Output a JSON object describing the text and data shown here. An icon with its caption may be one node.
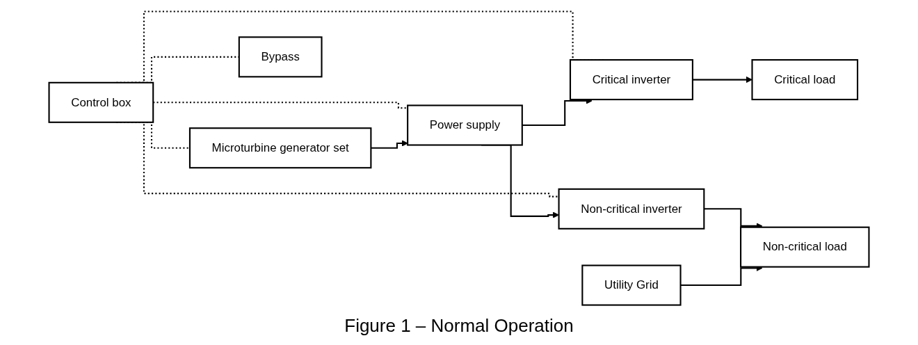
{
  "diagram": {
    "caption": "Figure 1 – Normal Operation",
    "nodes": [
      {
        "text": [
          "Control box"
        ]
      },
      {
        "text": [
          "Microturbine generator set"
        ]
      },
      {
        "text": [
          "Power supply"
        ]
      },
      {
        "text": [
          "Critical inverter"
        ]
      },
      {
        "text": [
          "Critical load"
        ]
      },
      {
        "text": [
          "Bypass"
        ]
      },
      {
        "text": [
          "Non-critical inverter"
        ]
      },
      {
        "text": [
          "Non-critical load"
        ]
      },
      {
        "text": [
          "Utility Grid"
        ]
      }
    ],
    "edges": [
      {
        "from": 0,
        "to": 1,
        "arrow": "none",
        "style": "dashed"
      },
      {
        "from": 0,
        "to": 2,
        "arrow": "none",
        "style": "dashed"
      },
      {
        "from": 0,
        "to": 3,
        "arrow": "none",
        "style": "dashed"
      },
      {
        "from": 0,
        "to": 6,
        "arrow": "none",
        "style": "dashed"
      },
      {
        "from": 0,
        "to": 5,
        "arrow": "none",
        "style": "dashed"
      },
      {
        "from": 1,
        "to": 2,
        "arrow": "to"
      },
      {
        "from": 2,
        "to": 3,
        "arrow": "to"
      },
      {
        "from": 2,
        "to": 6,
        "arrow": "to"
      },
      {
        "from": 3,
        "to": 4,
        "arrow": "to"
      },
      {
        "from": 6,
        "to": 7,
        "arrow": "to"
      },
      {
        "from": 8,
        "to": 7,
        "arrow": "to"
      }
    ]
  }
}
